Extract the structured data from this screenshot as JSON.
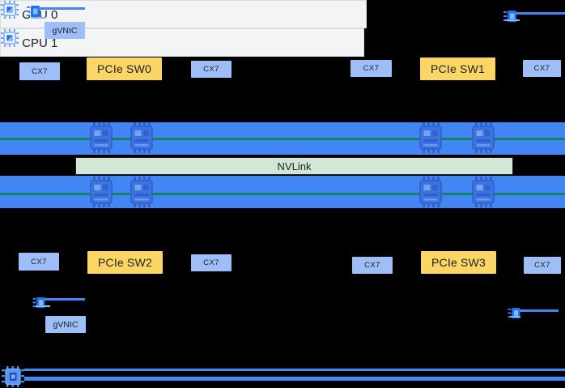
{
  "diagram": {
    "description": "Server topology diagram: dual CPU sockets, gVNIC, CX7 NICs, PCIe switches, two rows of GPUs joined by NVLink",
    "cpu_sockets": [
      {
        "label": "CPU 0"
      },
      {
        "label": "CPU 1"
      }
    ],
    "gvnic_label": "gVNIC",
    "cx7_label": "CX7",
    "pcie_switches": [
      {
        "label": "PCIe SW0"
      },
      {
        "label": "PCIe SW1"
      },
      {
        "label": "PCIe SW2"
      },
      {
        "label": "PCIe SW3"
      }
    ],
    "nvlink_label": "NVLink",
    "gpu_count": 8,
    "icons": {
      "cpu": "cpu-chip-icon",
      "gpu": "gpu-chip-icon",
      "nic": "nic-chip-icon",
      "offload": "offload-chip-icon"
    },
    "colors": {
      "background": "#000000",
      "gpu_band_blue": "#4285F4",
      "nic_light_blue": "#9EBEF7",
      "pcie_switch_yellow": "#FBD665",
      "nvlink_green": "#D2E7D5",
      "nvlink_line_green": "#12855F",
      "cpu_box_gray": "#F3F4F6",
      "link_line_blue": "#4285F4"
    }
  }
}
